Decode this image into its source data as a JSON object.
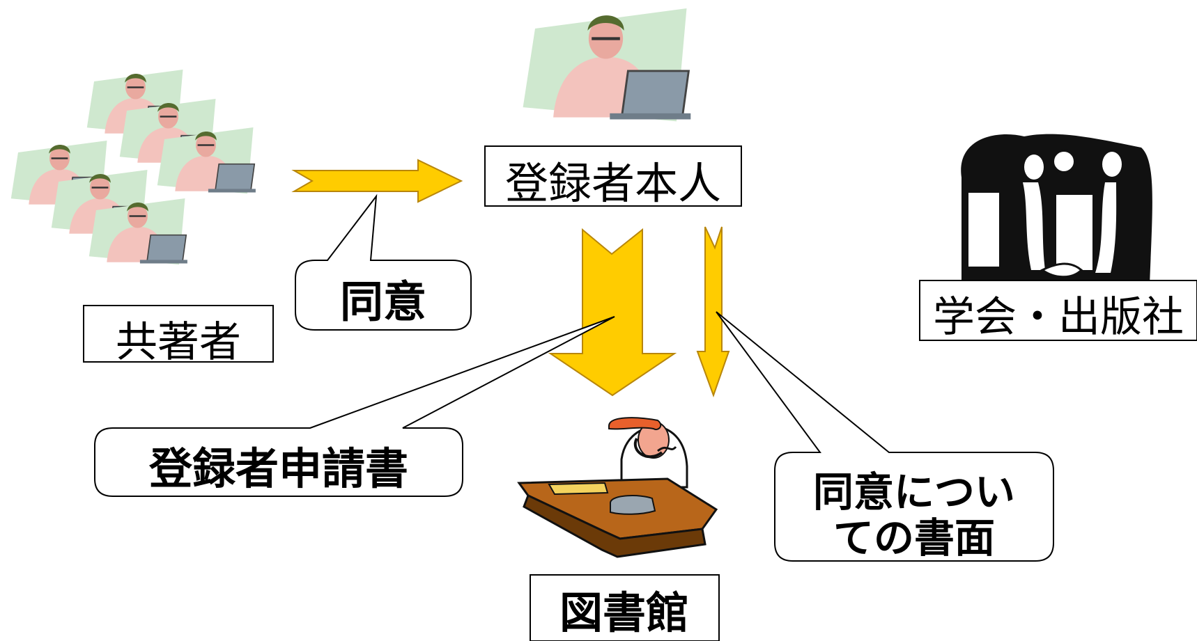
{
  "labels": {
    "coauthors": "共著者",
    "registrant": "登録者本人",
    "publisher": "学会・出版社",
    "library": "図書館"
  },
  "callouts": {
    "consent": "同意",
    "application": "登録者申請書",
    "consent_doc_line1": "同意につい",
    "consent_doc_line2": "ての書面"
  },
  "icons": {
    "coauthor": "person-at-laptop-icon",
    "registrant": "person-at-laptop-icon",
    "publisher": "handshake-meeting-icon",
    "library": "librarian-desk-phone-icon"
  },
  "colors": {
    "arrow_fill": "#FFCC00",
    "arrow_stroke": "#B8860B",
    "box_stroke": "#000000"
  }
}
